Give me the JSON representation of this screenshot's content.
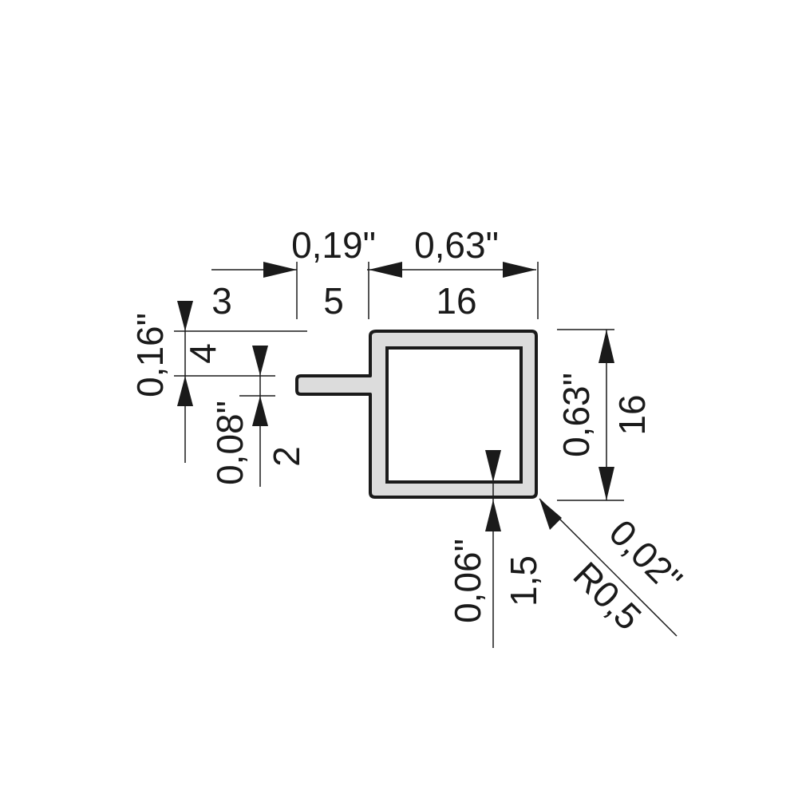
{
  "colors": {
    "profile_fill": "#dcdcdc",
    "outline": "#1a1a1a",
    "background": "#ffffff"
  },
  "dimensions": {
    "flange_offset_mm": "3",
    "gap_mm": "5",
    "gap_in": "0,19\"",
    "width_mm": "16",
    "width_in": "0,63\"",
    "height_mm": "16",
    "height_in": "0,63\"",
    "flange_top_mm": "4",
    "flange_top_in": "0,16\"",
    "flange_thickness_mm": "2",
    "flange_thickness_in": "0,08\"",
    "wall_mm": "1,5",
    "wall_in": "0,06\"",
    "radius_mm": "R0,5",
    "radius_in": "0,02\""
  }
}
